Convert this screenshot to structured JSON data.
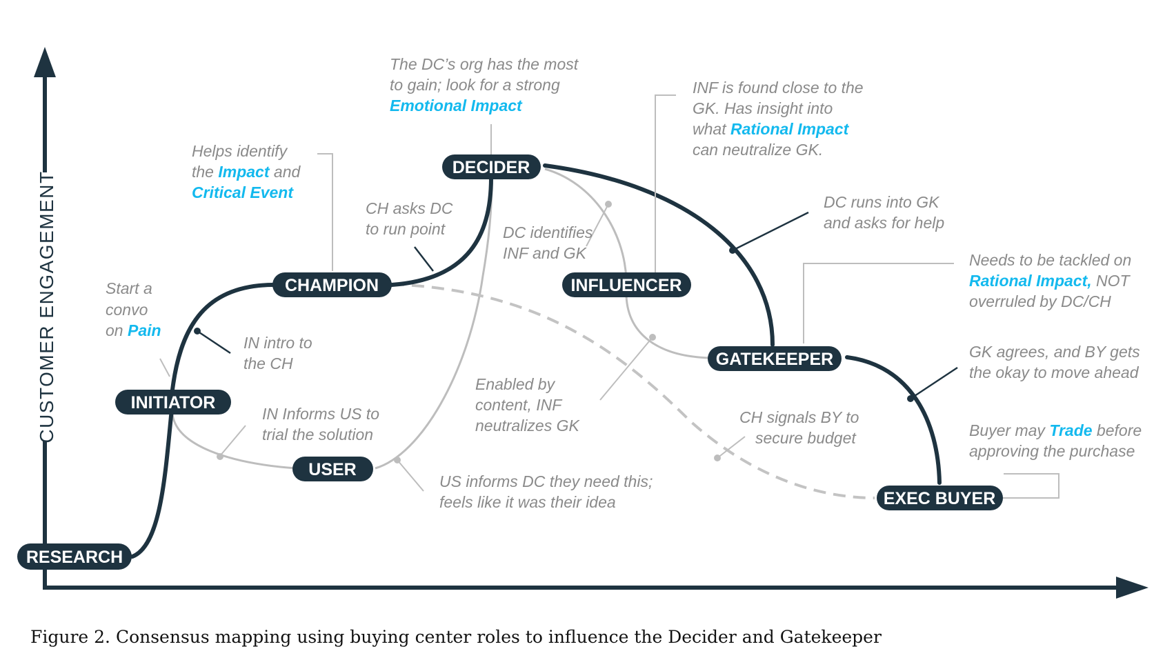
{
  "axis": {
    "y_label": "CUSTOMER  ENGAGEMENT"
  },
  "nodes": {
    "research": "RESEARCH",
    "initiator": "INITIATOR",
    "champion": "CHAMPION",
    "decider": "DECIDER",
    "influencer": "INFLUENCER",
    "user": "USER",
    "gatekeeper": "GATEKEEPER",
    "exec_buyer": "EXEC BUYER"
  },
  "annotations": {
    "start_convo": {
      "line1": "Start a",
      "line2": "convo",
      "line3_prefix": "on ",
      "line3_highlight": "Pain"
    },
    "helps_identify": {
      "line1": "Helps identify",
      "line2_prefix": "the ",
      "line2_highlight": "Impact",
      "line2_suffix": " and",
      "line3_highlight": "Critical Event"
    },
    "dc_org": {
      "line1": "The DC’s org has the most",
      "line2": "to gain; look for a strong",
      "line3_highlight": "Emotional Impact"
    },
    "ch_asks": {
      "line1": "CH asks DC",
      "line2": "to run point"
    },
    "dc_identifies": {
      "line1": "DC identifies",
      "line2": "INF and GK"
    },
    "inf_found": {
      "line1": "INF is found close to the",
      "line2": "GK. Has insight into",
      "line3_prefix": "what ",
      "line3_highlight": "Rational Impact",
      "line4": "can neutralize GK."
    },
    "dc_runs": {
      "line1": "DC runs into GK",
      "line2": "and asks for help"
    },
    "needs_tackled": {
      "line1": "Needs to be tackled on",
      "line2_highlight": "Rational Impact,",
      "line2_suffix": " NOT",
      "line3": "overruled by DC/CH"
    },
    "in_intro": {
      "line1": "IN intro to",
      "line2": "the CH"
    },
    "in_informs": {
      "line1": "IN Informs US to",
      "line2": "trial the solution"
    },
    "enabled_by": {
      "line1": "Enabled by",
      "line2": "content, INF",
      "line3": "neutralizes GK"
    },
    "ch_signals": {
      "line1": "CH signals BY to",
      "line2": "secure budget"
    },
    "gk_agrees": {
      "line1": "GK agrees, and BY gets",
      "line2": "the okay to move ahead"
    },
    "buyer_may": {
      "line1_prefix": "Buyer may ",
      "line1_highlight": "Trade",
      "line1_suffix": " before",
      "line2": "approving the purchase"
    },
    "us_informs": {
      "line1": "US informs DC they need this;",
      "line2": "feels like it was their idea"
    }
  },
  "caption": "Figure 2. Consensus mapping using buying center roles to influence the Decider and Gatekeeper",
  "colors": {
    "node": "#1e3340",
    "highlight": "#13b9ee",
    "annotation": "#8a8a8a",
    "secondary_line": "#bdbdbd"
  }
}
